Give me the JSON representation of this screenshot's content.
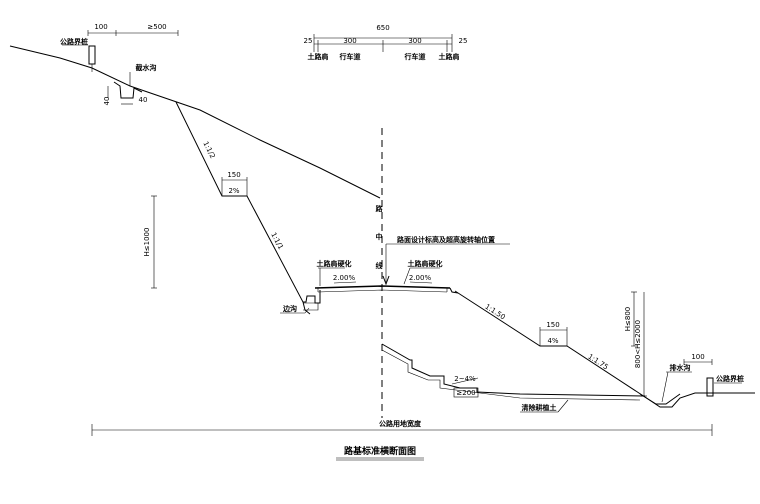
{
  "title": "路基标准横断面图",
  "road_width": {
    "total": "650",
    "left_shoulder": "25",
    "left_lane": "300",
    "right_lane": "300",
    "right_shoulder": "25"
  },
  "road_parts": {
    "left_shoulder": "土路肩",
    "left_lane": "行车道",
    "right_lane": "行车道",
    "right_shoulder": "土路肩"
  },
  "left_side": {
    "boundary_marker": "公路界桩",
    "marker_width": "100",
    "intercept_offset": "≥500",
    "intercept_ditch": "截水沟",
    "ditch_depth": "40",
    "ditch_width": "40",
    "upper_slope": "1:1/2",
    "bench_width": "150",
    "bench_grade": "2%",
    "lower_slope": "1:1/1",
    "height_label": "H≤1000",
    "side_ditch": "边沟",
    "shoulder_hardening": "土路肩硬化"
  },
  "center": {
    "centerline_chars": [
      "路",
      "中",
      "线"
    ],
    "design_point": "路面设计标高及超高旋转轴位置",
    "left_crossfall": "2.00%",
    "right_crossfall": "2.00%"
  },
  "right_side": {
    "shoulder_hardening": "土路肩硬化",
    "upper_slope": "1:1.50",
    "bench_width": "150",
    "bench_grade": "4%",
    "lower_slope": "1:1.75",
    "height_upper": "H≤800",
    "height_lower": "800<H≤2000",
    "step_grade": "2~4%",
    "step_width": "≥200",
    "clearing": "清除耕植土",
    "drain_ditch": "排水沟",
    "marker_width": "100",
    "boundary_marker": "公路界桩"
  },
  "bottom_dimension": "公路用地宽度"
}
